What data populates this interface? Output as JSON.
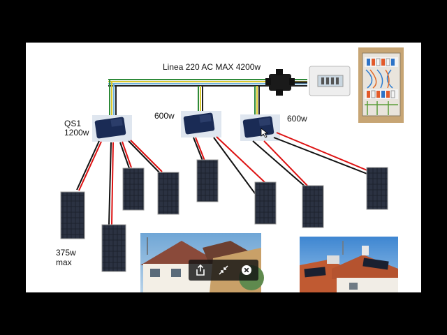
{
  "diagram": {
    "line_label": "Linea 220 AC MAX 4200w",
    "inverters": [
      {
        "name": "QS1",
        "power": "1200w"
      },
      {
        "power": "600w"
      },
      {
        "power": "600w"
      }
    ],
    "panel_note": "375w\nmax"
  },
  "player_controls": {
    "icons": [
      "share-icon",
      "collapse-icon",
      "close-icon"
    ]
  }
}
